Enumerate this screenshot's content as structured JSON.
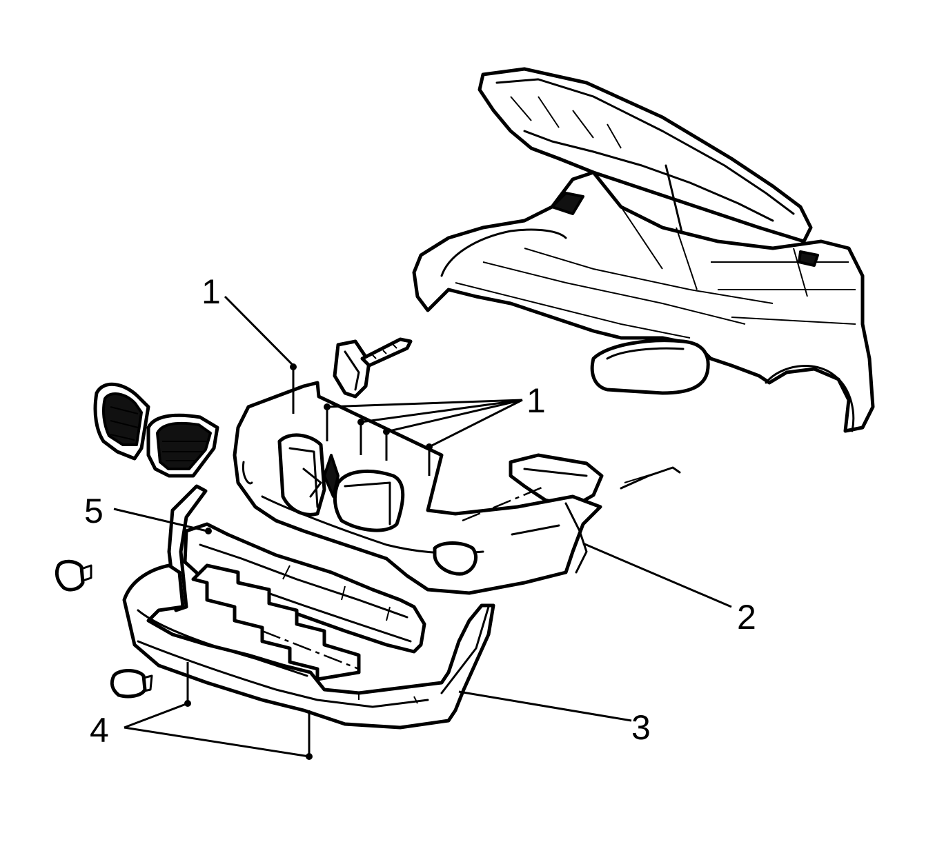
{
  "callouts": [
    {
      "id": "1a",
      "number": "1"
    },
    {
      "id": "1b",
      "number": "1"
    },
    {
      "id": "2",
      "number": "2"
    },
    {
      "id": "3",
      "number": "3"
    },
    {
      "id": "4",
      "number": "4"
    },
    {
      "id": "5",
      "number": "5"
    }
  ],
  "parts": [
    {
      "name": "hood-and-fender-assembly-icon"
    },
    {
      "name": "headlamp-icon"
    },
    {
      "name": "front-fascia-icon"
    },
    {
      "name": "grille-left-icon"
    },
    {
      "name": "grille-right-icon"
    },
    {
      "name": "lower-fascia-air-deflector-icon"
    },
    {
      "name": "fascia-support-icon"
    },
    {
      "name": "fog-lamp-left-icon"
    },
    {
      "name": "fog-lamp-lower-icon"
    },
    {
      "name": "fascia-bracket-icon"
    },
    {
      "name": "headlamp-filler-icon"
    },
    {
      "name": "fascia-retainer-strip-icon"
    }
  ],
  "colors": {
    "line": "#000000",
    "background": "#ffffff"
  }
}
